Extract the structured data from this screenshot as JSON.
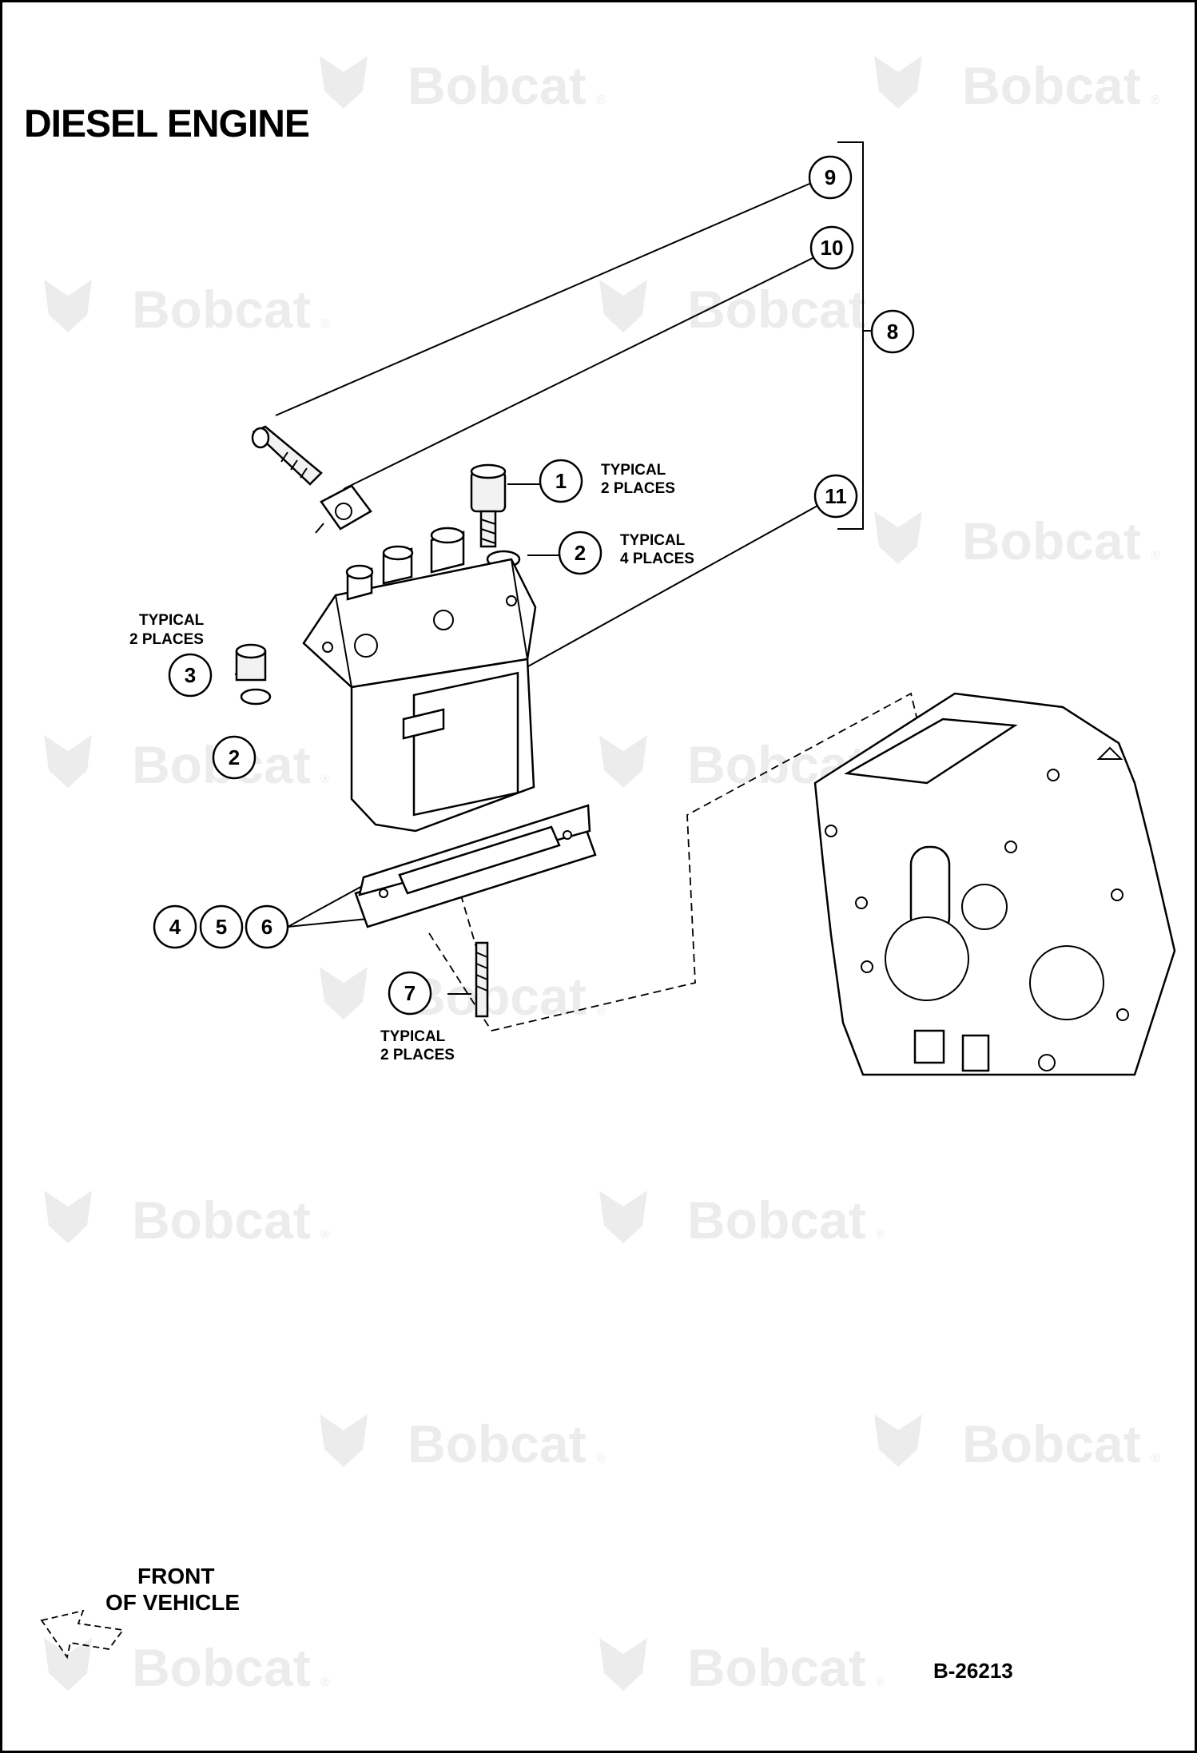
{
  "title": "DIESEL ENGINE",
  "watermark": {
    "brand": "Bobcat",
    "registered": "®"
  },
  "callouts": {
    "c1": "1",
    "c2a": "2",
    "c2b": "2",
    "c3": "3",
    "c4": "4",
    "c5": "5",
    "c6": "6",
    "c7": "7",
    "c8": "8",
    "c9": "9",
    "c10": "10",
    "c11": "11"
  },
  "notes": {
    "n1": [
      "TYPICAL",
      "2 PLACES"
    ],
    "n2": [
      "TYPICAL",
      "4 PLACES"
    ],
    "n3": [
      "TYPICAL",
      "2 PLACES"
    ],
    "n7": [
      "TYPICAL",
      "2 PLACES"
    ]
  },
  "front_label": [
    "FRONT",
    "OF VEHICLE"
  ],
  "drawing_number": "B-26213",
  "colors": {
    "ink": "#000000",
    "watermark": "#ececec",
    "paper": "#ffffff"
  }
}
